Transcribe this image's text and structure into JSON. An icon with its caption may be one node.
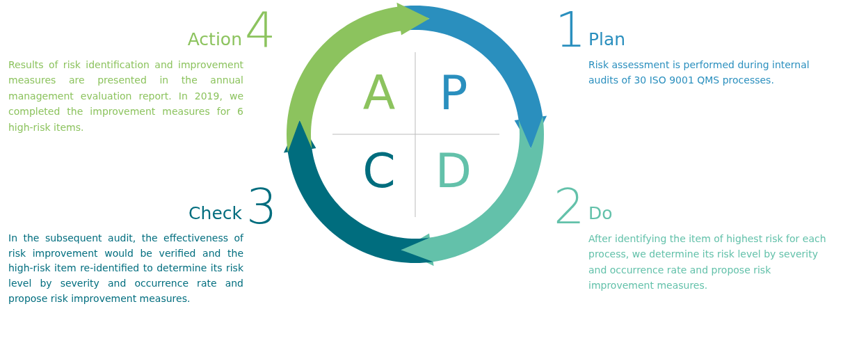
{
  "diagram": {
    "labels": [
      "4",
      "Action",
      "Results of risk identification and improvement measures are presented in the annual management evaluation report. In 2019, we completed the improvement measures for 6 high-risk items.",
      "1",
      "Plan",
      "Risk assessment is performed during internal audits of 30 ISO 9001 QMS processes.",
      "A",
      "P",
      "C",
      "D",
      "3",
      "Check",
      "In the subsequent audit, the effectiveness of risk improvement would be verified and the high-risk item re-identified to determine its risk level by severity and occurrence rate and propose risk improvement measures.",
      "2",
      "Do",
      "After identifying the item of highest risk for each process, we determine its risk level by severity and occurrence rate and propose risk improvement measures."
    ]
  }
}
